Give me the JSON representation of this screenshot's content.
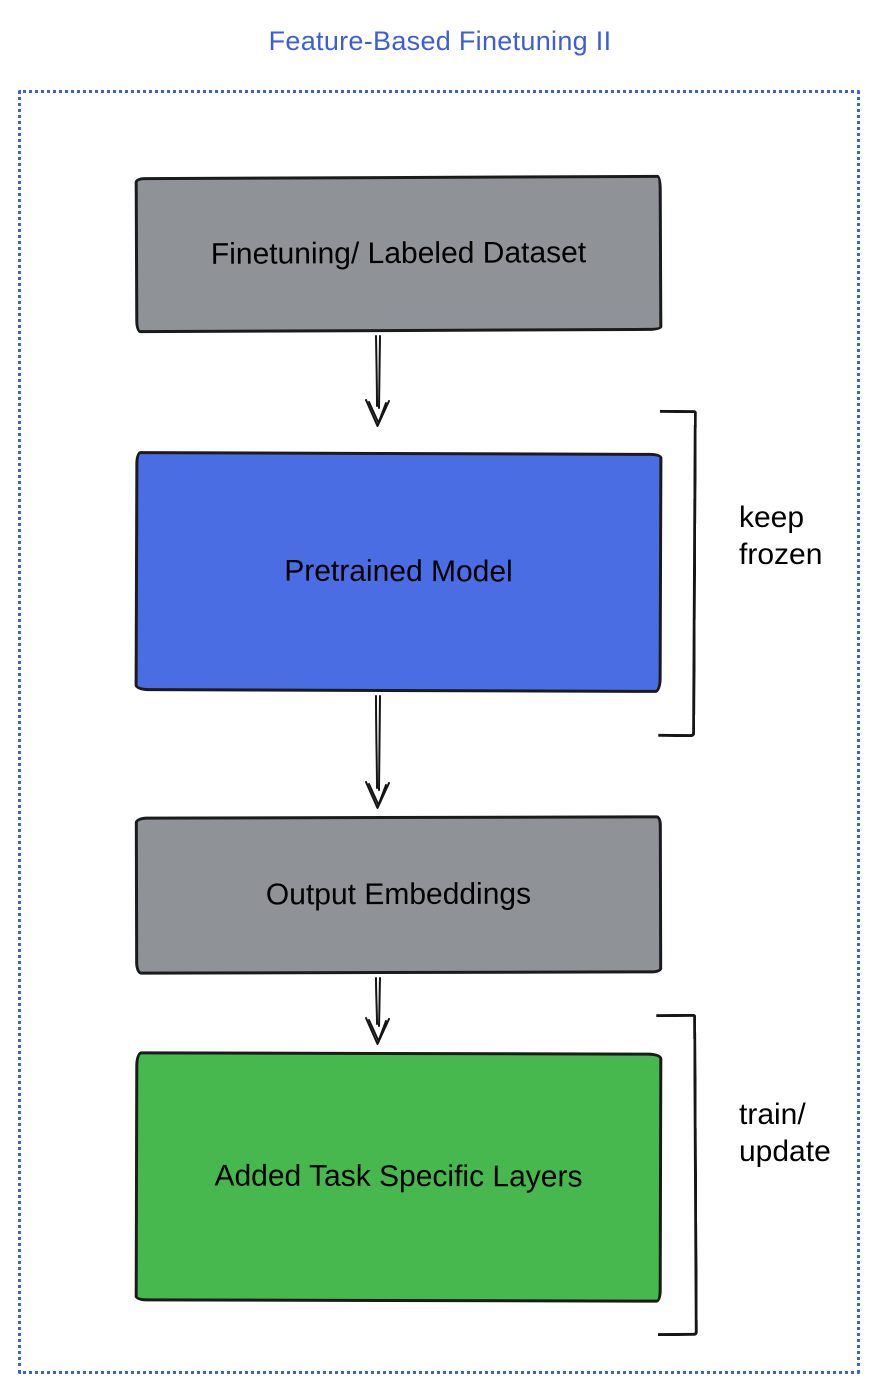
{
  "title": "Feature-Based Finetuning II",
  "colors": {
    "title": "#3c5ed8",
    "frame": "#3d5fd8",
    "node_border": "#1b1b1b",
    "arrow": "#141414",
    "gray": "#8f9297",
    "blue": "#4a6de4",
    "green": "#46b84e"
  },
  "nodes": [
    {
      "label": "Finetuning/ Labeled Dataset",
      "color": "#8f9297"
    },
    {
      "label": "Pretrained Model",
      "color": "#4a6de4"
    },
    {
      "label": "Output Embeddings",
      "color": "#8f9297"
    },
    {
      "label": "Added Task Specific Layers",
      "color": "#46b84e"
    }
  ],
  "annotations": [
    {
      "label": "keep\nfrozen"
    },
    {
      "label": "train/\nupdate"
    }
  ]
}
